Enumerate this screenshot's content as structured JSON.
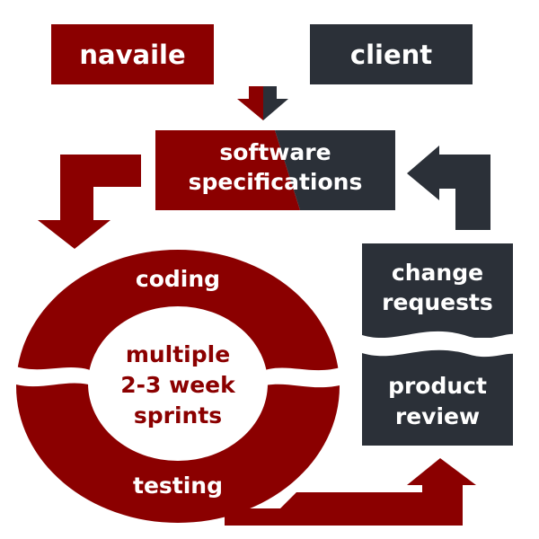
{
  "colors": {
    "red": "#8b0000",
    "dark": "#2b3038",
    "white": "#ffffff"
  },
  "boxes": {
    "navaile": "navaile",
    "client": "client",
    "spec_line1": "software",
    "spec_line2": "specifications",
    "change_line1": "change",
    "change_line2": "requests",
    "review_line1": "product",
    "review_line2": "review"
  },
  "cycle": {
    "top": "coding",
    "bottom": "testing",
    "center_line1": "multiple",
    "center_line2": "2-3 week",
    "center_line3": "sprints"
  }
}
